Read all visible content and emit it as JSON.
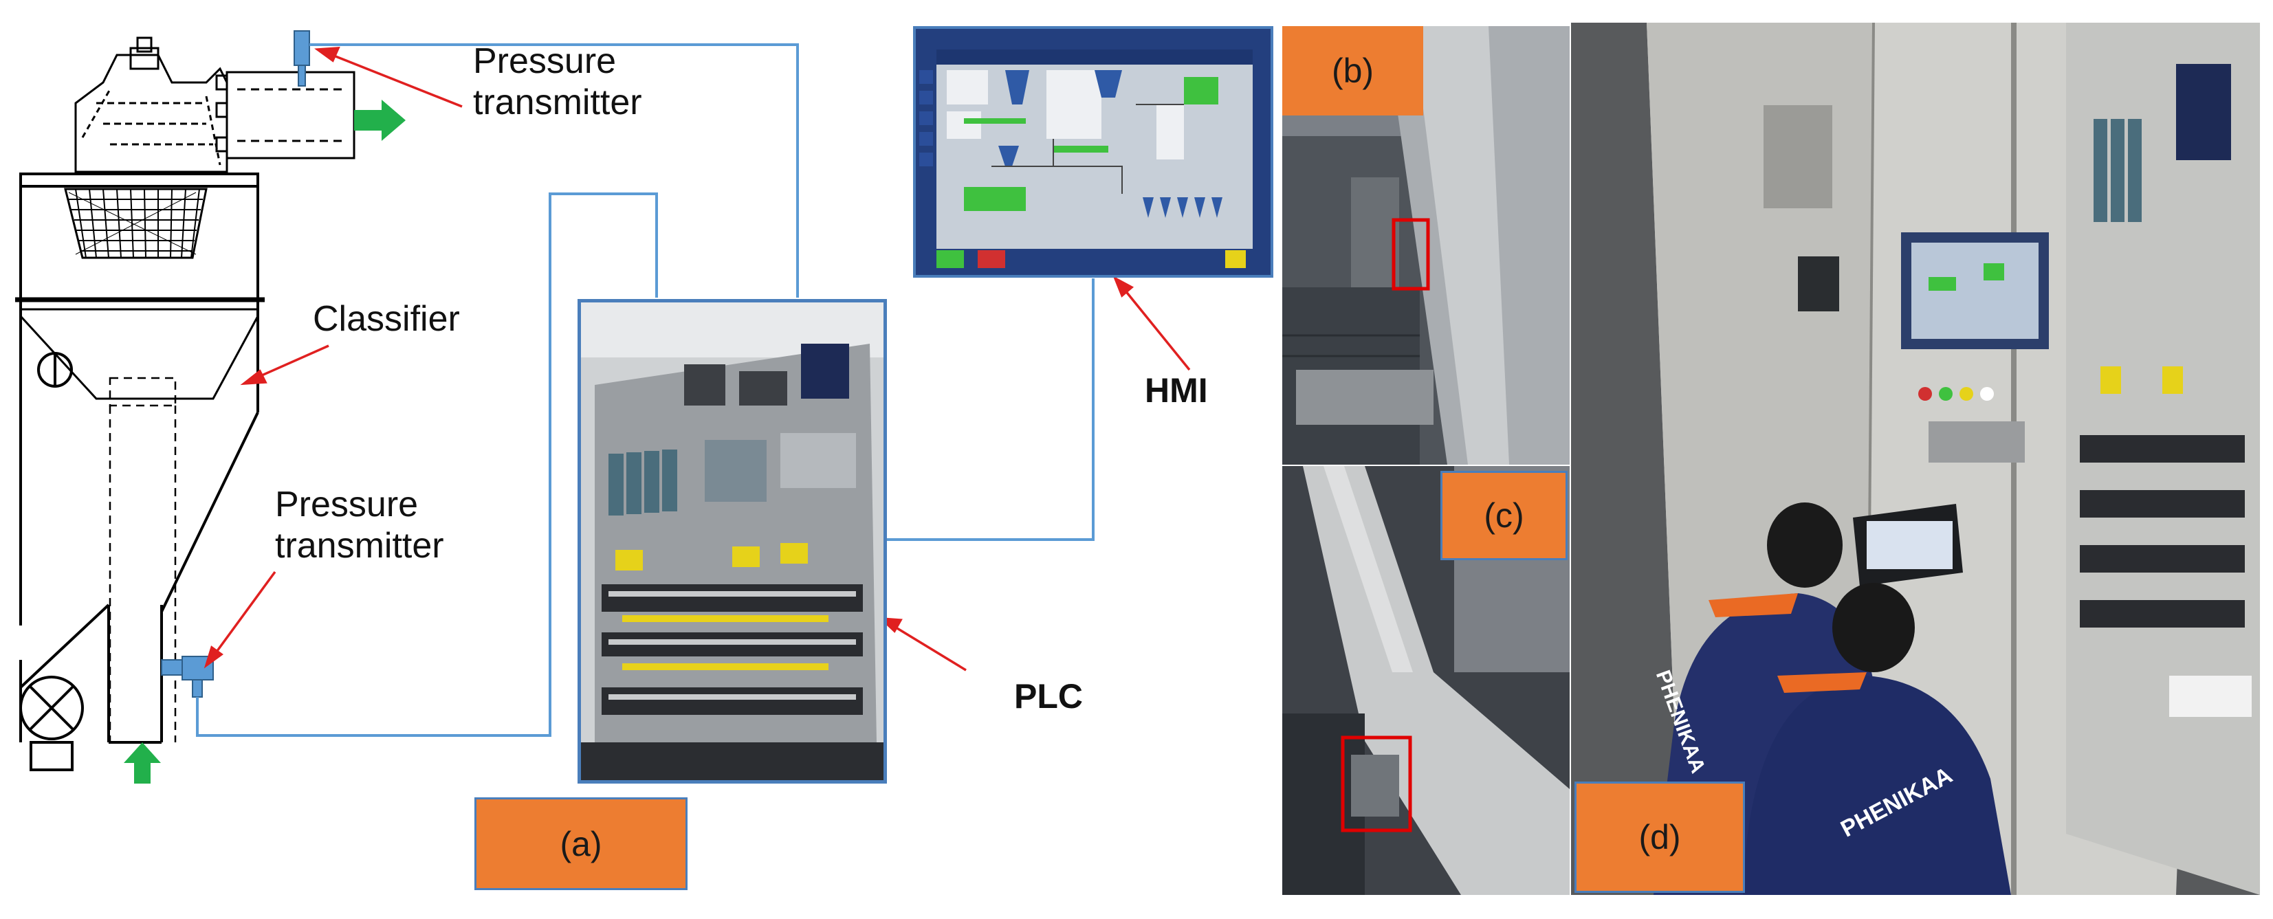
{
  "labels": {
    "pressure_top_1": "Pressure",
    "pressure_top_2": "transmitter",
    "classifier": "Classifier",
    "pressure_bottom_1": "Pressure",
    "pressure_bottom_2": "transmitter",
    "hmi": "HMI",
    "plc": "PLC"
  },
  "panels": {
    "a": "(a)",
    "b": "(b)",
    "c": "(c)",
    "d": "(d)"
  },
  "photo_text": {
    "jacket_left": "PHENIKAA",
    "jacket_right": "PHENIKAA"
  },
  "colors": {
    "tag_fill": "#ed7d31",
    "wire_blue": "#5b9bd5",
    "sensor_blue": "#5b9bd5",
    "arrow_red": "#e02020",
    "flow_green": "#22b04b",
    "highlight_red": "#e00000"
  }
}
